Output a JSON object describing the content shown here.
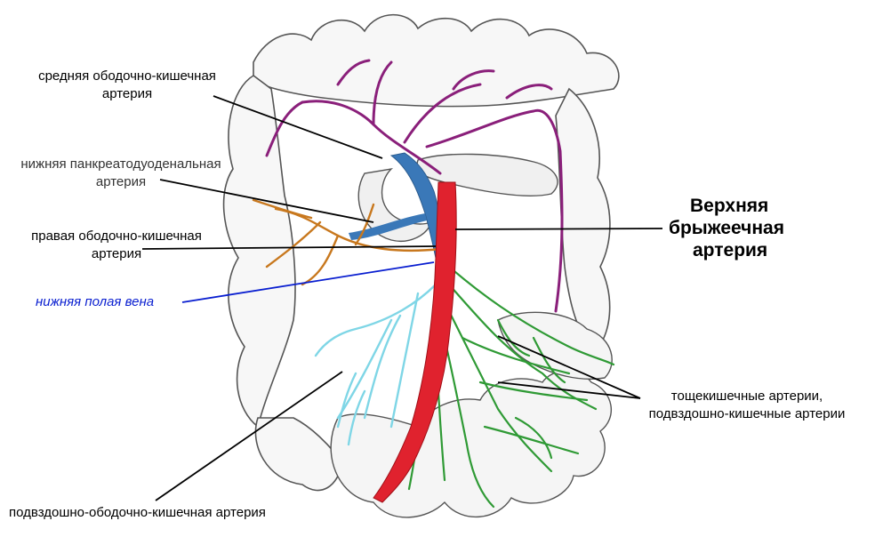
{
  "labels": {
    "middle_colic": [
      "средняя ободочно-кишечная",
      "артерия"
    ],
    "inferior_pancreaticoduodenal": [
      "нижняя панкреатодуоденальная",
      "артерия"
    ],
    "right_colic": [
      "правая ободочно-кишечная",
      "артерия"
    ],
    "inferior_vena_cava": "нижняя полая вена",
    "superior_mesenteric": [
      "Верхняя",
      "брыжеечная",
      "артерия"
    ],
    "jejunal_ileal": [
      "тощекишечные артерии,",
      "подвздошно-кишечные артерии"
    ],
    "ileocolic": "подвздошно-ободочно-кишечная артерия"
  },
  "colors": {
    "artery_red": "#e0222e",
    "middle_colic_purple": "#8a1f7a",
    "right_colic_orange": "#c8781e",
    "ileocolic_cyan": "#7fd6e6",
    "jejunal_green": "#2f9a35",
    "vein_blue": "#3a78b8",
    "outline": "#555555",
    "leader_blue": "#0a1fd0"
  }
}
